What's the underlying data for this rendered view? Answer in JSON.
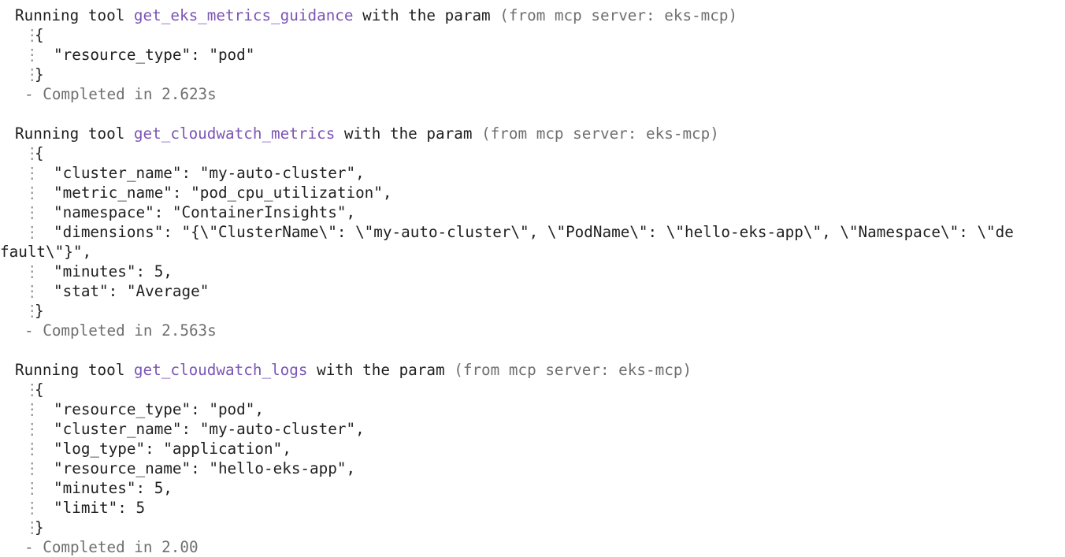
{
  "gutter_glyph": "⋮",
  "labels": {
    "running": "Running tool",
    "with_param": "with the param"
  },
  "blocks": [
    {
      "tool": "get_eks_metrics_guidance",
      "source": "(from mcp server: eks-mcp)",
      "open_brace": "{",
      "close_brace": "}",
      "params": [
        "\"resource_type\": \"pod\""
      ],
      "completed": "- Completed in 2.623s"
    },
    {
      "tool": "get_cloudwatch_metrics",
      "source": "(from mcp server: eks-mcp)",
      "open_brace": "{",
      "close_brace": "}",
      "params": [
        "\"cluster_name\": \"my-auto-cluster\",",
        "\"metric_name\": \"pod_cpu_utilization\",",
        "\"namespace\": \"ContainerInsights\",",
        "\"dimensions\": \"{\\\"ClusterName\\\": \\\"my-auto-cluster\\\", \\\"PodName\\\": \\\"hello-eks-app\\\", \\\"Namespace\\\": \\\"de",
        "fault\\\"}\",",
        "\"minutes\": 5,",
        "\"stat\": \"Average\""
      ],
      "completed": "- Completed in 2.563s"
    },
    {
      "tool": "get_cloudwatch_logs",
      "source": "(from mcp server: eks-mcp)",
      "open_brace": "{",
      "close_brace": "}",
      "params": [
        "\"resource_type\": \"pod\",",
        "\"cluster_name\": \"my-auto-cluster\",",
        "\"log_type\": \"application\",",
        "\"resource_name\": \"hello-eks-app\",",
        "\"minutes\": 5,",
        "\"limit\": 5"
      ],
      "completed": "- Completed in 2.00"
    }
  ]
}
